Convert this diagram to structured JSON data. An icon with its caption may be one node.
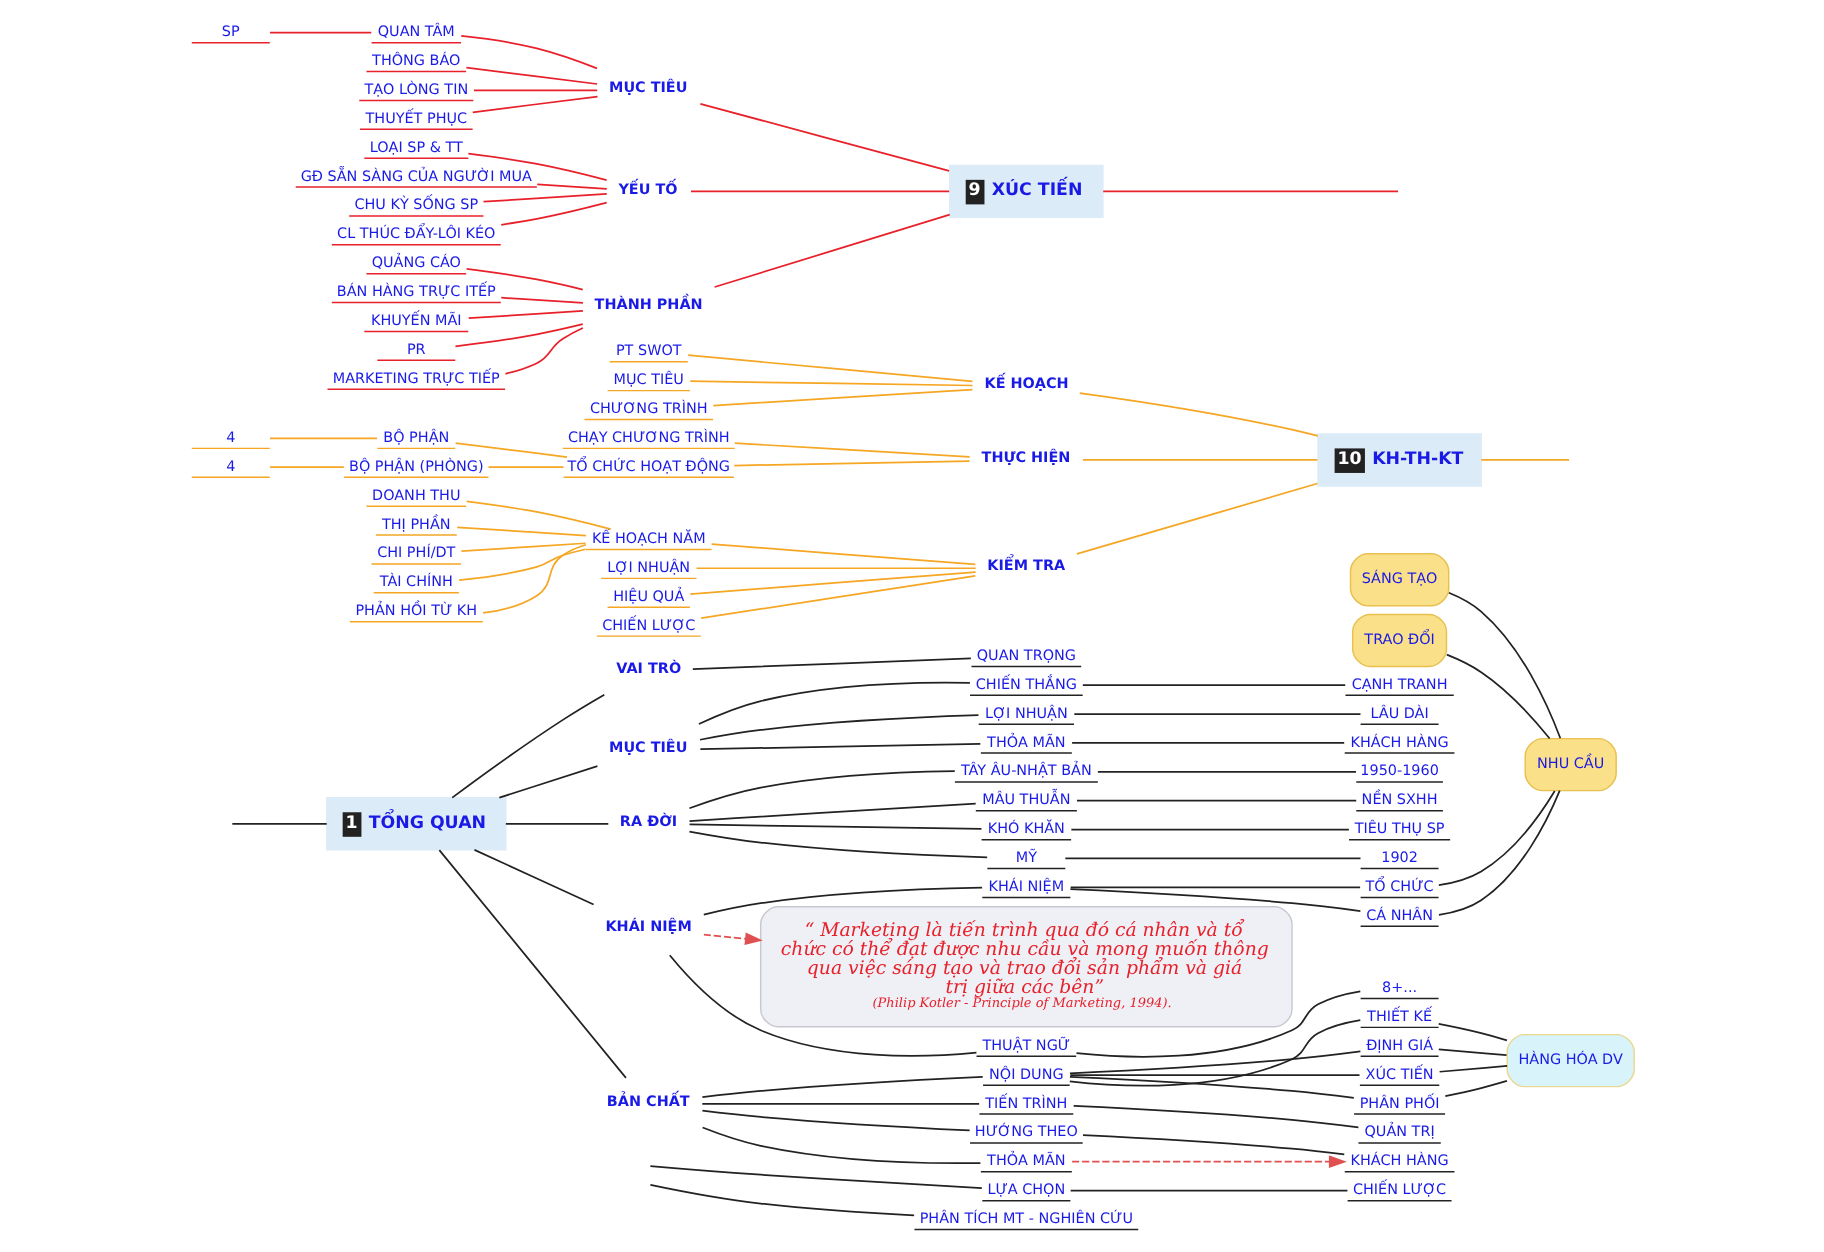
{
  "diagram": {
    "nodes": [
      {
        "text": [
          "“ Marketing là tiến trình qua đó cá nhân và tổ chức có thể đạt được nhu cầu và mong muốn thông qua việc sáng tạo và trao đổi sản phẩm và giá trị giữa các bên”",
          "(Philip Kotler - Principle of Marketing, 1994)."
        ]
      },
      {
        "text": [
          "10",
          "KH-TH-KT"
        ]
      },
      {
        "text": [
          "KẾ HOẠCH"
        ]
      },
      {
        "text": [
          "PT SWOT"
        ]
      },
      {
        "text": [
          "MỤC TIÊU"
        ]
      },
      {
        "text": [
          "CHƯƠNG TRÌNH"
        ]
      },
      {
        "text": [
          "THỰC HIỆN"
        ]
      },
      {
        "text": [
          "CHẠY CHƯƠNG TRÌNH"
        ]
      },
      {
        "text": [
          "TỔ CHỨC HOẠT ĐỘNG"
        ]
      },
      {
        "text": [
          "BỘ PHẬN"
        ]
      },
      {
        "text": [
          "4"
        ]
      },
      {
        "text": [
          "BỘ PHẬN (PHÒNG)"
        ]
      },
      {
        "text": [
          "4"
        ]
      },
      {
        "text": [
          "KIỂM TRA"
        ]
      },
      {
        "text": [
          "KẾ HOẠCH NĂM"
        ]
      },
      {
        "text": [
          "DOANH THU"
        ]
      },
      {
        "text": [
          "THỊ PHẦN"
        ]
      },
      {
        "text": [
          "CHI PHÍ/DT"
        ]
      },
      {
        "text": [
          "TÀI CHÍNH"
        ]
      },
      {
        "text": [
          "PHẢN HỒI TỪ KH"
        ]
      },
      {
        "text": [
          "LỢI NHUẬN"
        ]
      },
      {
        "text": [
          "HIỆU QUẢ"
        ]
      },
      {
        "text": [
          "CHIẾN LƯỢC"
        ]
      },
      {
        "text": [
          "9",
          "XÚC TIẾN"
        ]
      },
      {
        "text": [
          "MỤC TIÊU"
        ]
      },
      {
        "text": [
          "QUAN TÂM"
        ]
      },
      {
        "text": [
          "SP"
        ]
      },
      {
        "text": [
          "THÔNG BÁO"
        ]
      },
      {
        "text": [
          "TẠO LÒNG TIN"
        ]
      },
      {
        "text": [
          "THUYẾT PHỤC"
        ]
      },
      {
        "text": [
          "YẾU TỐ"
        ]
      },
      {
        "text": [
          "LOẠI SP & TT"
        ]
      },
      {
        "text": [
          "GĐ SẴN SÀNG CỦA NGƯỜI MUA"
        ]
      },
      {
        "text": [
          "CHU KỲ SỐNG SP"
        ]
      },
      {
        "text": [
          "CL THÚC ĐẨY-LÔI KÉO"
        ]
      },
      {
        "text": [
          "THÀNH PHẦN"
        ]
      },
      {
        "text": [
          "QUẢNG CÁO"
        ]
      },
      {
        "text": [
          "BÁN HÀNG TRỰC ITẾP"
        ]
      },
      {
        "text": [
          "KHUYẾN MÃI"
        ]
      },
      {
        "text": [
          "PR"
        ]
      },
      {
        "text": [
          "MARKETING TRỰC TIẾP"
        ]
      },
      {
        "text": [
          "1",
          "TỔNG QUAN"
        ]
      },
      {
        "text": [
          "RA ĐỜI"
        ]
      },
      {
        "text": [
          "MÂU THUẪN"
        ]
      },
      {
        "text": [
          "NỀN SXHH"
        ]
      },
      {
        "text": [
          "KHÓ KHĂN"
        ]
      },
      {
        "text": [
          "TIÊU THỤ SP"
        ]
      },
      {
        "text": [
          "MỸ"
        ]
      },
      {
        "text": [
          "1902"
        ]
      },
      {
        "text": [
          "TÂY ÂU-NHẬT BẢN"
        ]
      },
      {
        "text": [
          "1950-1960"
        ]
      },
      {
        "text": [
          "KHÁI NIỆM"
        ]
      },
      {
        "text": [
          "THUẬT NGỮ"
        ]
      },
      {
        "text": [
          "8+..."
        ]
      },
      {
        "text": [
          "KHÁI NIỆM"
        ]
      },
      {
        "text": [
          "TỔ CHỨC"
        ]
      },
      {
        "text": [
          "CÁ NHÂN"
        ]
      },
      {
        "text": [
          "SÁNG TẠO"
        ]
      },
      {
        "text": [
          "TRAO ĐỔI"
        ]
      },
      {
        "text": [
          "NHU CẦU"
        ]
      },
      {
        "text": [
          "BẢN CHẤT"
        ]
      },
      {
        "text": [
          "TIẾN TRÌNH"
        ]
      },
      {
        "text": [
          "QUẢN TRỊ"
        ]
      },
      {
        "text": [
          "HƯỚNG THEO"
        ]
      },
      {
        "text": [
          "KHÁCH HÀNG"
        ]
      },
      {
        "text": [
          "THỎA MÃN"
        ]
      },
      {
        "text": [
          "NỘI DUNG"
        ]
      },
      {
        "text": [
          "THIẾT KẾ"
        ]
      },
      {
        "text": [
          "ĐỊNH GIÁ"
        ]
      },
      {
        "text": [
          "XÚC TIẾN"
        ]
      },
      {
        "text": [
          "PHÂN PHỐI"
        ]
      },
      {
        "text": [
          "HÀNG HÓA DV"
        ]
      },
      {
        "text": [
          "VAI TRÒ"
        ]
      },
      {
        "text": [
          "QUAN TRỌNG"
        ]
      },
      {
        "text": [
          "MỤC TIÊU"
        ]
      },
      {
        "text": [
          "THỎA MÃN"
        ]
      },
      {
        "text": [
          "KHÁCH HÀNG"
        ]
      },
      {
        "text": [
          "CHIẾN THẮNG"
        ]
      },
      {
        "text": [
          "CẠNH TRANH"
        ]
      },
      {
        "text": [
          "LỢI NHUẬN"
        ]
      },
      {
        "text": [
          "LÂU DÀI"
        ]
      },
      {
        "text": [
          "PHÂN TÍCH MT - NGHIÊN CỨU"
        ]
      },
      {
        "text": [
          "LỰA CHỌN"
        ]
      },
      {
        "text": [
          "CHIẾN LƯỢC"
        ]
      }
    ],
    "edges": [
      {
        "from": null,
        "to": 1,
        "arrow": "none",
        "color": "#f5a623"
      },
      {
        "from": 1,
        "to": 2,
        "arrow": "none",
        "color": "#f5a623"
      },
      {
        "from": 2,
        "to": 3,
        "arrow": "none",
        "color": "#f5a623"
      },
      {
        "from": 2,
        "to": 4,
        "arrow": "none",
        "color": "#f5a623"
      },
      {
        "from": 2,
        "to": 5,
        "arrow": "none",
        "color": "#f5a623"
      },
      {
        "from": 1,
        "to": 6,
        "arrow": "none",
        "color": "#f5a623"
      },
      {
        "from": 6,
        "to": 7,
        "arrow": "none",
        "color": "#f5a623"
      },
      {
        "from": 6,
        "to": 8,
        "arrow": "none",
        "color": "#f5a623"
      },
      {
        "from": 8,
        "to": 9,
        "arrow": "none",
        "color": "#f5a623"
      },
      {
        "from": 9,
        "to": 10,
        "arrow": "none",
        "color": "#f5a623"
      },
      {
        "from": 8,
        "to": 11,
        "arrow": "none",
        "color": "#f5a623"
      },
      {
        "from": 11,
        "to": 12,
        "arrow": "none",
        "color": "#f5a623"
      },
      {
        "from": 1,
        "to": 13,
        "arrow": "none",
        "color": "#f5a623"
      },
      {
        "from": 13,
        "to": 14,
        "arrow": "none",
        "color": "#f5a623"
      },
      {
        "from": 14,
        "to": 15,
        "arrow": "none",
        "color": "#f5a623"
      },
      {
        "from": 14,
        "to": 16,
        "arrow": "none",
        "color": "#f5a623"
      },
      {
        "from": 14,
        "to": 17,
        "arrow": "none",
        "color": "#f5a623"
      },
      {
        "from": 14,
        "to": 18,
        "arrow": "none",
        "color": "#f5a623"
      },
      {
        "from": 14,
        "to": 19,
        "arrow": "none",
        "color": "#f5a623"
      },
      {
        "from": 13,
        "to": 20,
        "arrow": "none",
        "color": "#f5a623"
      },
      {
        "from": 13,
        "to": 21,
        "arrow": "none",
        "color": "#f5a623"
      },
      {
        "from": 13,
        "to": 22,
        "arrow": "none",
        "color": "#f5a623"
      },
      {
        "from": null,
        "to": 23,
        "arrow": "none",
        "color": "#e8202a"
      },
      {
        "from": 23,
        "to": 24,
        "arrow": "none",
        "color": "#e8202a"
      },
      {
        "from": 24,
        "to": 25,
        "arrow": "none",
        "color": "#e8202a"
      },
      {
        "from": 25,
        "to": 26,
        "arrow": "none",
        "color": "#e8202a"
      },
      {
        "from": 24,
        "to": 27,
        "arrow": "none",
        "color": "#e8202a"
      },
      {
        "from": 24,
        "to": 28,
        "arrow": "none",
        "color": "#e8202a"
      },
      {
        "from": 24,
        "to": 29,
        "arrow": "none",
        "color": "#e8202a"
      },
      {
        "from": 23,
        "to": 30,
        "arrow": "none",
        "color": "#e8202a"
      },
      {
        "from": 30,
        "to": 31,
        "arrow": "none",
        "color": "#e8202a"
      },
      {
        "from": 30,
        "to": 32,
        "arrow": "none",
        "color": "#e8202a"
      },
      {
        "from": 30,
        "to": 33,
        "arrow": "none",
        "color": "#e8202a"
      },
      {
        "from": 30,
        "to": 34,
        "arrow": "none",
        "color": "#e8202a"
      },
      {
        "from": 23,
        "to": 35,
        "arrow": "none",
        "color": "#e8202a"
      },
      {
        "from": 35,
        "to": 36,
        "arrow": "none",
        "color": "#e8202a"
      },
      {
        "from": 35,
        "to": 37,
        "arrow": "none",
        "color": "#e8202a"
      },
      {
        "from": 35,
        "to": 38,
        "arrow": "none",
        "color": "#e8202a"
      },
      {
        "from": 35,
        "to": 39,
        "arrow": "none",
        "color": "#e8202a"
      },
      {
        "from": 35,
        "to": 40,
        "arrow": "none",
        "color": "#e8202a"
      },
      {
        "from": null,
        "to": 41,
        "arrow": "none"
      },
      {
        "from": 41,
        "to": 42,
        "arrow": "none"
      },
      {
        "from": 42,
        "to": 43,
        "arrow": "none"
      },
      {
        "from": 43,
        "to": 44,
        "arrow": "none"
      },
      {
        "from": 42,
        "to": 45,
        "arrow": "none"
      },
      {
        "from": 45,
        "to": 46,
        "arrow": "none"
      },
      {
        "from": 42,
        "to": 47,
        "arrow": "none"
      },
      {
        "from": 47,
        "to": 48,
        "arrow": "none"
      },
      {
        "from": 42,
        "to": 49,
        "arrow": "none"
      },
      {
        "from": 49,
        "to": 50,
        "arrow": "none"
      },
      {
        "from": 41,
        "to": 51,
        "arrow": "none"
      },
      {
        "from": 51,
        "to": 0,
        "arrow": "to",
        "style": "dashed",
        "color": "#e05050"
      },
      {
        "from": 51,
        "to": 52,
        "arrow": "none"
      },
      {
        "from": 52,
        "to": 53,
        "arrow": "none"
      },
      {
        "from": 51,
        "to": 54,
        "arrow": "none"
      },
      {
        "from": 54,
        "to": 55,
        "arrow": "none"
      },
      {
        "from": 54,
        "to": 56,
        "arrow": "none"
      },
      {
        "from": 55,
        "to": 59,
        "arrow": "none"
      },
      {
        "from": 56,
        "to": 59,
        "arrow": "none"
      },
      {
        "from": 57,
        "to": 59,
        "arrow": "none"
      },
      {
        "from": 58,
        "to": 59,
        "arrow": "none"
      },
      {
        "from": 41,
        "to": 60,
        "arrow": "none"
      },
      {
        "from": 60,
        "to": 61,
        "arrow": "none"
      },
      {
        "from": 61,
        "to": 62,
        "arrow": "none"
      },
      {
        "from": 60,
        "to": 63,
        "arrow": "none"
      },
      {
        "from": 63,
        "to": 64,
        "arrow": "none"
      },
      {
        "from": 60,
        "to": 65,
        "arrow": "none"
      },
      {
        "from": 65,
        "to": 64,
        "arrow": "to",
        "style": "dashed",
        "color": "#e05050"
      },
      {
        "from": 60,
        "to": 66,
        "arrow": "none"
      },
      {
        "from": 66,
        "to": 67,
        "arrow": "none"
      },
      {
        "from": 66,
        "to": 68,
        "arrow": "none"
      },
      {
        "from": 66,
        "to": 69,
        "arrow": "none"
      },
      {
        "from": 66,
        "to": 70,
        "arrow": "none"
      },
      {
        "from": 67,
        "to": 71,
        "arrow": "none"
      },
      {
        "from": 68,
        "to": 71,
        "arrow": "none"
      },
      {
        "from": 69,
        "to": 71,
        "arrow": "none"
      },
      {
        "from": 70,
        "to": 71,
        "arrow": "none"
      },
      {
        "from": 41,
        "to": 72,
        "arrow": "none"
      },
      {
        "from": 72,
        "to": 73,
        "arrow": "none"
      },
      {
        "from": 41,
        "to": 74,
        "arrow": "none"
      },
      {
        "from": 74,
        "to": 75,
        "arrow": "none"
      },
      {
        "from": 75,
        "to": 76,
        "arrow": "none"
      },
      {
        "from": 74,
        "to": 77,
        "arrow": "none"
      },
      {
        "from": 77,
        "to": 78,
        "arrow": "none"
      },
      {
        "from": 74,
        "to": 79,
        "arrow": "none"
      },
      {
        "from": 79,
        "to": 80,
        "arrow": "none"
      },
      {
        "from": null,
        "to": 81,
        "arrow": "none"
      },
      {
        "from": null,
        "to": 82,
        "arrow": "none"
      },
      {
        "from": 82,
        "to": 83,
        "arrow": "none"
      }
    ]
  }
}
